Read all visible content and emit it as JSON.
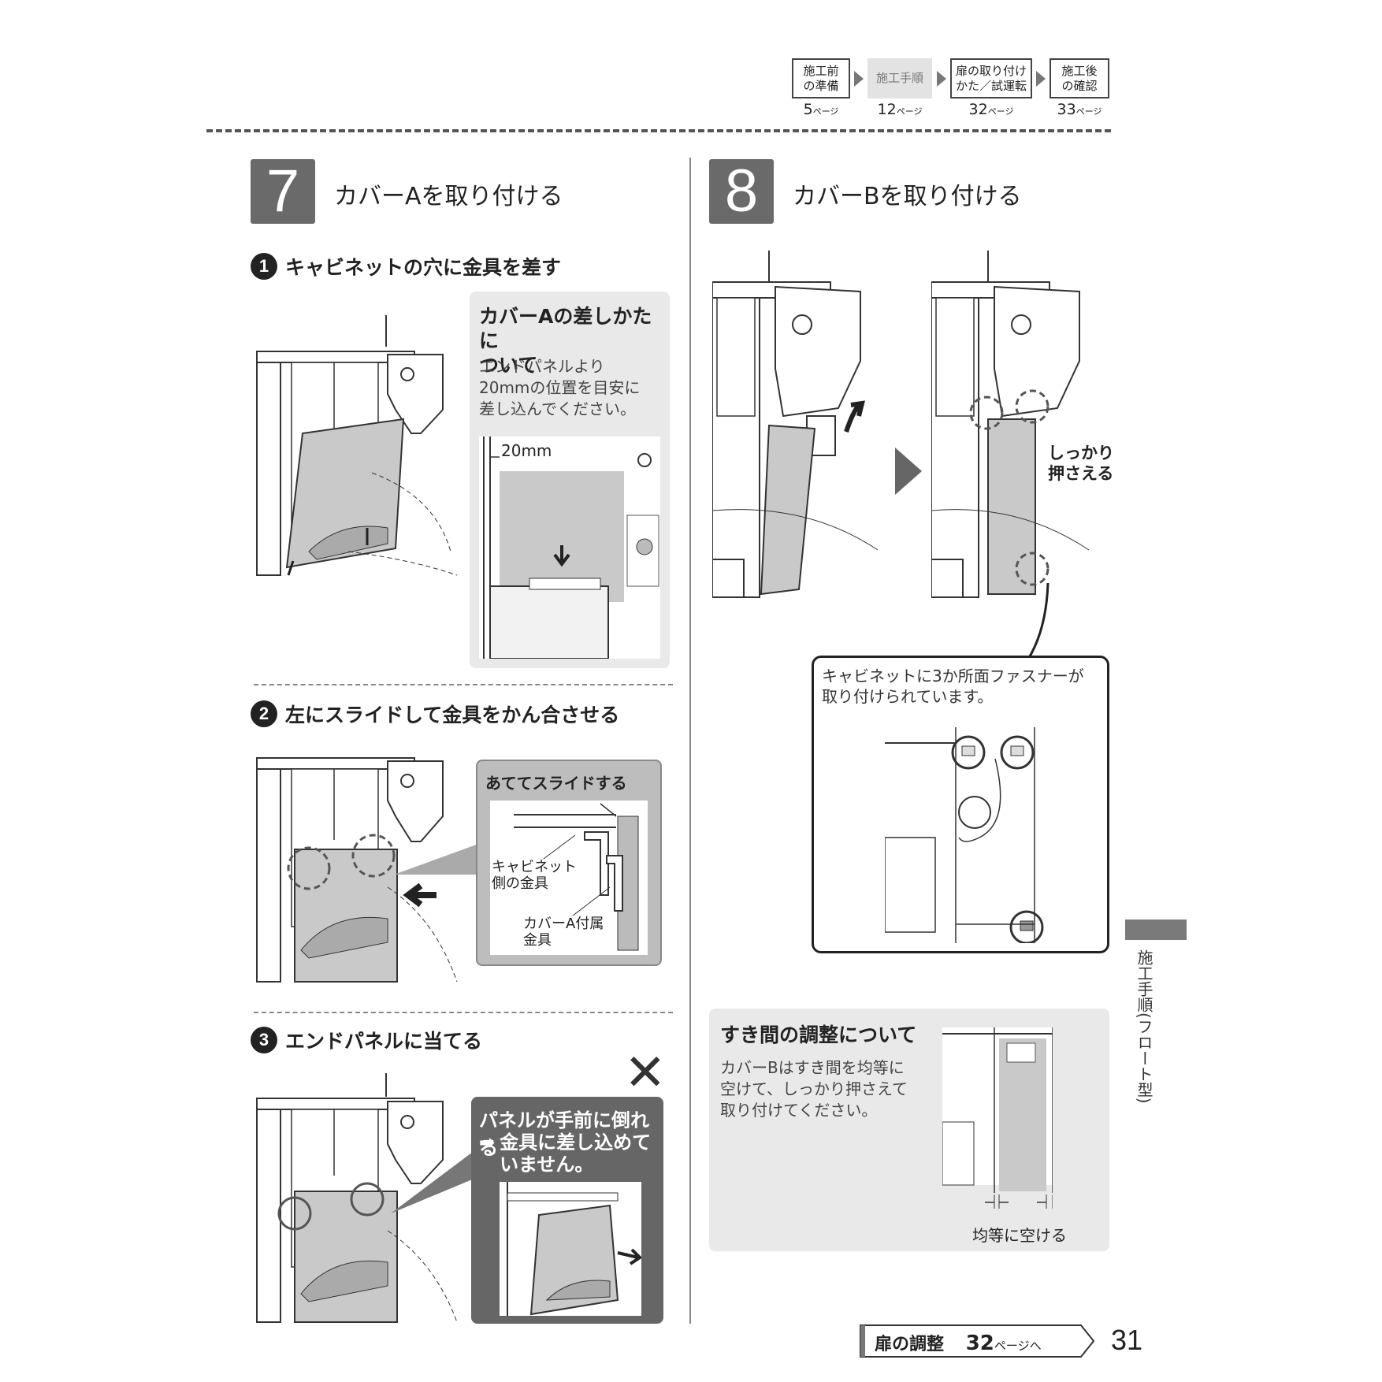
{
  "nav": {
    "steps": [
      {
        "label": "施工前\nの準備",
        "page": "5",
        "current": false
      },
      {
        "label": "施工手順",
        "page": "12",
        "current": true
      },
      {
        "label": "扉の取り付け\nかた／試運転",
        "page": "32",
        "current": false
      },
      {
        "label": "施工後\nの確認",
        "page": "33",
        "current": false
      }
    ],
    "page_suffix": "ページ"
  },
  "step7": {
    "number": "7",
    "title": "カバーAを取り付ける",
    "sub1": {
      "num": "1",
      "text": "キャビネットの穴に金具を差す"
    },
    "info1": {
      "title": "カバーAの差しかたに\nついて",
      "text": "エンドパネルより\n20mmの位置を目安に\n差し込んでください。",
      "dimension": "20mm"
    },
    "sub2": {
      "num": "2",
      "text": "左にスライドして金具をかん合させる"
    },
    "info2": {
      "title": "あててスライドする",
      "label_cabinet": "キャビネット\n側の金具",
      "label_cover": "カバーA付属\n金具"
    },
    "sub3": {
      "num": "3",
      "text": "エンドパネルに当てる"
    },
    "warn": {
      "mark": "✕",
      "title": "パネルが手前に倒れる",
      "text": "金具に差し込めて\nいません。"
    }
  },
  "step8": {
    "number": "8",
    "title": "カバーBを取り付ける",
    "press_label": "しっかり\n押さえる",
    "fastener_note": "キャビネットに3か所面ファスナーが\n取り付けられています。",
    "gap": {
      "title": "すき間の調整について",
      "text": "カバーBはすき間を均等に\n空けて、しっかり押さえて\n取り付けてください。",
      "label": "均等に空ける"
    }
  },
  "side_tab": "施工手順(フロート型)",
  "footer": {
    "link_text": "扉の調整",
    "link_page": "32",
    "link_suffix": "ページへ",
    "page_number": "31"
  },
  "colors": {
    "panel": "#e9e9e9",
    "dark": "#6a6a6a",
    "warn_bg": "#666666"
  }
}
